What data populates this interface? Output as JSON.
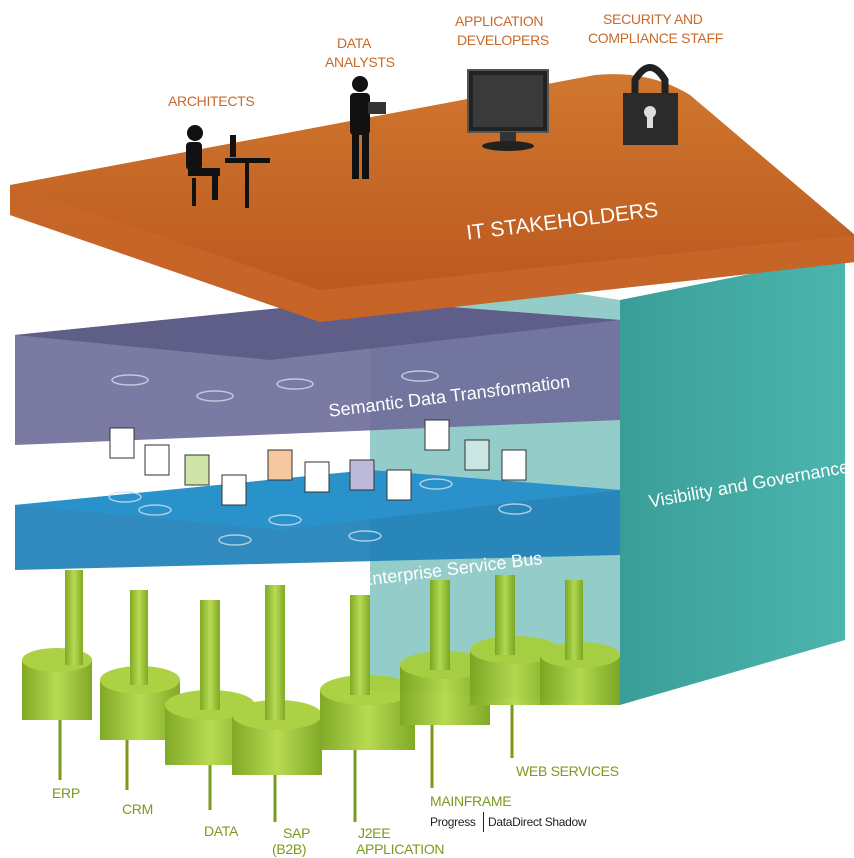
{
  "stakeholders": {
    "architects": "ARCHITECTS",
    "data_analysts_1": "DATA",
    "data_analysts_2": "ANALYSTS",
    "app_developers_1": "APPLICATION",
    "app_developers_2": "DEVELOPERS",
    "security_1": "SECURITY AND",
    "security_2": "COMPLIANCE STAFF"
  },
  "layers": {
    "it_stakeholders": "IT STAKEHOLDERS",
    "semantic": "Semantic Data Transformation",
    "esb": "Enterprise Service Bus",
    "governance": "Visibility and Governance"
  },
  "systems": {
    "erp": "ERP",
    "crm": "CRM",
    "data": "DATA",
    "sap_1": "SAP",
    "sap_2": "(B2B)",
    "j2ee_1": "J2EE",
    "j2ee_2": "APPLICATION",
    "mainframe": "MAINFRAME",
    "progress": "Progress",
    "shadow": "DataDirect Shadow",
    "web_services": "WEB SERVICES"
  },
  "colors": {
    "stakeholder_layer": "#c65f22",
    "semantic_layer": "#6f6f9a",
    "esb_layer": "#1f80b8",
    "governance_layer": "#3fa9a3",
    "systems": "#8db81f",
    "stakeholder_text": "#c9692a",
    "system_text": "#7a9a1e"
  }
}
